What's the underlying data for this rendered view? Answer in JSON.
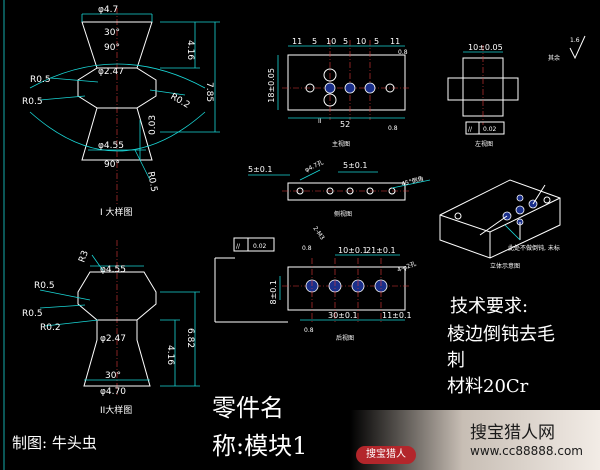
{
  "detail1": {
    "title": "I 大样图",
    "dim_top": "φ4.7",
    "angle_top": "30°",
    "angle_mid": "90°",
    "dia_mid": "φ2.47",
    "r_left1": "R0.5",
    "r_left2": "R0.5",
    "r_right": "R0.2",
    "dia_low": "φ4.55",
    "angle_low": "90°",
    "r_bottom": "R0.5",
    "h1": "4.16",
    "h2": "7.85",
    "h3": "0.03"
  },
  "detail2": {
    "title": "II大样图",
    "r3": "R3",
    "dia_top": "φ4.55",
    "r1": "R0.5",
    "r2": "R0.5",
    "r4": "R0.2",
    "dia_mid": "φ2.47",
    "angle": "30°",
    "dia_bot": "φ4.70",
    "h1": "4.16",
    "h2": "6.82"
  },
  "main_view": {
    "title": "主视图",
    "dims_top": [
      "11",
      "5",
      "10",
      "5",
      "10",
      "5",
      "11"
    ],
    "d_left": "18±0.05",
    "d_bottom": "52",
    "rough1": "0.8",
    "rough2": "0.8",
    "label_II": "II"
  },
  "left_view": {
    "title": "左视图",
    "dim_top": "10±0.05",
    "tol_sym": "//",
    "tol_val": "0.02"
  },
  "roughness_other": {
    "value": "1.6",
    "label": "其余"
  },
  "side_view": {
    "title": "侧视图",
    "d1": "5±0.1",
    "d2": "5±0.1",
    "note": "φ4.7孔",
    "note2": "45°倒角"
  },
  "iso_view": {
    "title": "立体示意图",
    "note": "此处不做倒钝, 未标"
  },
  "rear_view": {
    "title": "后视图",
    "tol_sym": "//",
    "tol_val": "0.02",
    "r1": "0.8",
    "r2": "0.8",
    "d_top": "10±0.1",
    "d_top2": "21±0.1",
    "d_left": "8±0.1",
    "d_bot1": "30±0.1",
    "d_bot2": "11±0.1",
    "note": "2-M3",
    "note2": "4-φ2孔"
  },
  "tech": {
    "heading": "技术要求:",
    "line1": "棱边倒钝去毛",
    "line2": "刺",
    "line3": "材料20Cr"
  },
  "part": {
    "line1": "零件名",
    "line2": "称:模块1"
  },
  "drafter": "制图: 牛头虫",
  "watermark": {
    "logo": "搜宝猎人",
    "name": "搜宝猎人网",
    "url": "www.cc88888.com"
  }
}
